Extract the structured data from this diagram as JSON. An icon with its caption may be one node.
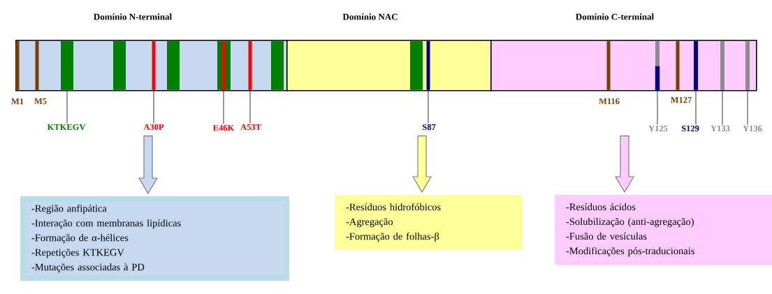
{
  "diagram": {
    "nodes": [
      {
        "text": [
          "Domínio N-terminal"
        ]
      },
      {
        "text": [],
        "shape": "bar",
        "in": 0,
        "beside": [
          "M1"
        ]
      },
      {
        "text": [],
        "shape": "bar",
        "in": 0,
        "beside": [
          "M5"
        ]
      },
      {
        "text": [],
        "shape": "bar",
        "in": 0
      },
      {
        "text": [],
        "shape": "bar",
        "in": 0
      },
      {
        "text": [],
        "shape": "bar",
        "in": 0
      },
      {
        "text": [],
        "shape": "bar",
        "in": 0
      },
      {
        "text": [],
        "shape": "bar",
        "in": 0
      },
      {
        "text": [],
        "shape": "bar",
        "in": 0
      },
      {
        "text": [],
        "shape": "bar",
        "in": 0
      },
      {
        "text": [
          "Domínio NAC"
        ]
      },
      {
        "text": [],
        "shape": "bar",
        "in": 10
      },
      {
        "text": [],
        "shape": "bar",
        "in": 10
      },
      {
        "text": [
          "Domínio C-terminal"
        ]
      },
      {
        "text": [],
        "shape": "bar",
        "in": 13,
        "beside": [
          "M116"
        ]
      },
      {
        "text": [],
        "shape": "bar",
        "in": 13
      },
      {
        "text": [],
        "shape": "bar",
        "in": 13,
        "beside": [
          "M127"
        ]
      },
      {
        "text": [],
        "shape": "bar",
        "in": 13
      },
      {
        "text": [],
        "shape": "bar",
        "in": 13
      },
      {
        "text": [],
        "shape": "bar",
        "in": 13
      },
      {
        "text": [
          "-Região anfipática",
          "-Interação com membranas lipídicas",
          "-Formação de α-hélices",
          "-Repetições KTKEGV",
          "-Mutações associadas à PD"
        ]
      },
      {
        "text": [
          "-Resíduos hidrofóbicos",
          "-Agregação",
          "-Formação de folhas-β"
        ]
      },
      {
        "text": [
          "-Resíduos ácidos",
          "-Solubilização (anti-agregação)",
          "-Fusão de vesículas",
          "-Modificações pós-traducionais"
        ]
      },
      {
        "text": [
          "KTKEGV"
        ]
      },
      {
        "text": [
          "A30P"
        ]
      },
      {
        "text": [
          "E46K"
        ]
      },
      {
        "text": [
          "A53T"
        ]
      },
      {
        "text": [
          "S87"
        ]
      },
      {
        "text": [
          "Y125"
        ]
      },
      {
        "text": [
          "S129"
        ]
      },
      {
        "text": [
          "Y133"
        ]
      },
      {
        "text": [
          "Y136"
        ]
      }
    ],
    "edges": [
      {
        "from": 0,
        "to": 20,
        "arrow": "to"
      },
      {
        "from": 10,
        "to": 21,
        "arrow": "to"
      },
      {
        "from": 13,
        "to": 22,
        "arrow": "to"
      },
      {
        "from": 23,
        "to": 3,
        "arrow": "none"
      },
      {
        "from": 24,
        "to": 5,
        "arrow": "none"
      },
      {
        "from": 25,
        "to": 7,
        "arrow": "none"
      },
      {
        "from": 26,
        "to": 8,
        "arrow": "none"
      },
      {
        "from": 27,
        "to": 12,
        "arrow": "none"
      },
      {
        "from": 28,
        "to": 15,
        "arrow": "none"
      },
      {
        "from": 29,
        "to": 17,
        "arrow": "none"
      },
      {
        "from": 30,
        "to": 18,
        "arrow": "none"
      },
      {
        "from": 31,
        "to": 19,
        "arrow": "none"
      }
    ]
  }
}
